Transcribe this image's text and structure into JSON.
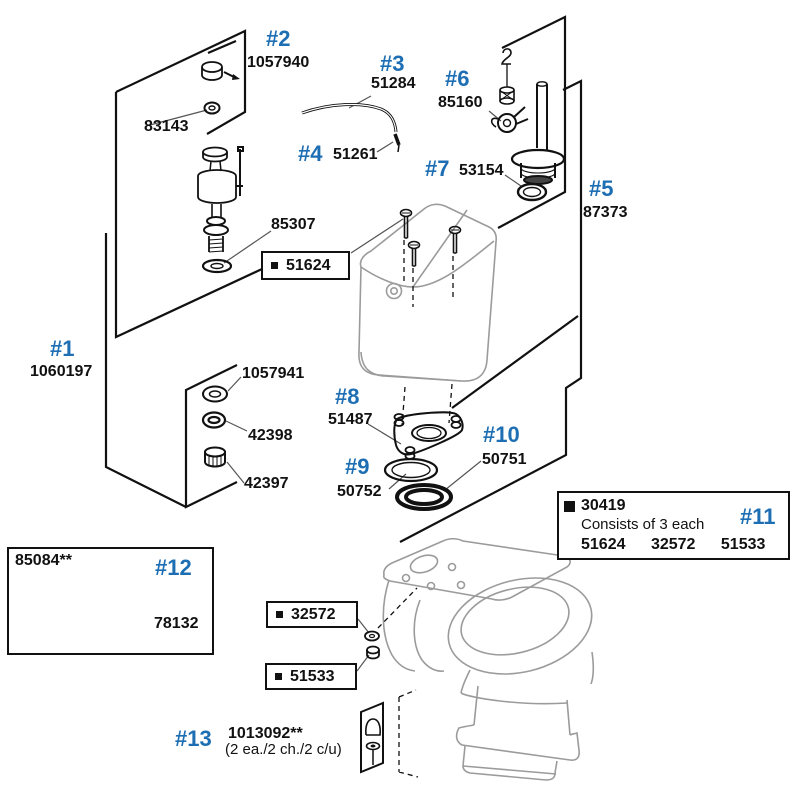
{
  "colors": {
    "accent": "#1e6eb4",
    "ink": "#111111",
    "drawing_gray": "#9b9b9b"
  },
  "callouts": [
    {
      "ref": "#1",
      "part": "1060197"
    },
    {
      "ref": "#2",
      "part": "1057940"
    },
    {
      "ref": "#3",
      "part": "51284"
    },
    {
      "ref": "#4",
      "part": "51261"
    },
    {
      "ref": "#5",
      "part": "87373"
    },
    {
      "ref": "#6",
      "part": "85160"
    },
    {
      "ref": "#7",
      "part": "53154"
    },
    {
      "ref": "#8",
      "part": "51487"
    },
    {
      "ref": "#9",
      "part": "50752"
    },
    {
      "ref": "#10",
      "part": "50751"
    },
    {
      "ref": "#11",
      "part": "30419",
      "consists": "Consists of 3 each",
      "items": [
        "51624",
        "32572",
        "51533"
      ]
    },
    {
      "ref": "#12",
      "part": "85084**",
      "sub_part": "78132"
    },
    {
      "ref": "#13",
      "part": "1013092**",
      "qty_note": "(2 ea./2 ch./2 c/u)"
    }
  ],
  "sub_labels": [
    {
      "part": "83143"
    },
    {
      "part": "85307"
    },
    {
      "part": "1057941"
    },
    {
      "part": "42398"
    },
    {
      "part": "42397"
    }
  ],
  "boxed_labels": [
    {
      "part": "51624"
    },
    {
      "part": "32572"
    },
    {
      "part": "51533"
    }
  ]
}
